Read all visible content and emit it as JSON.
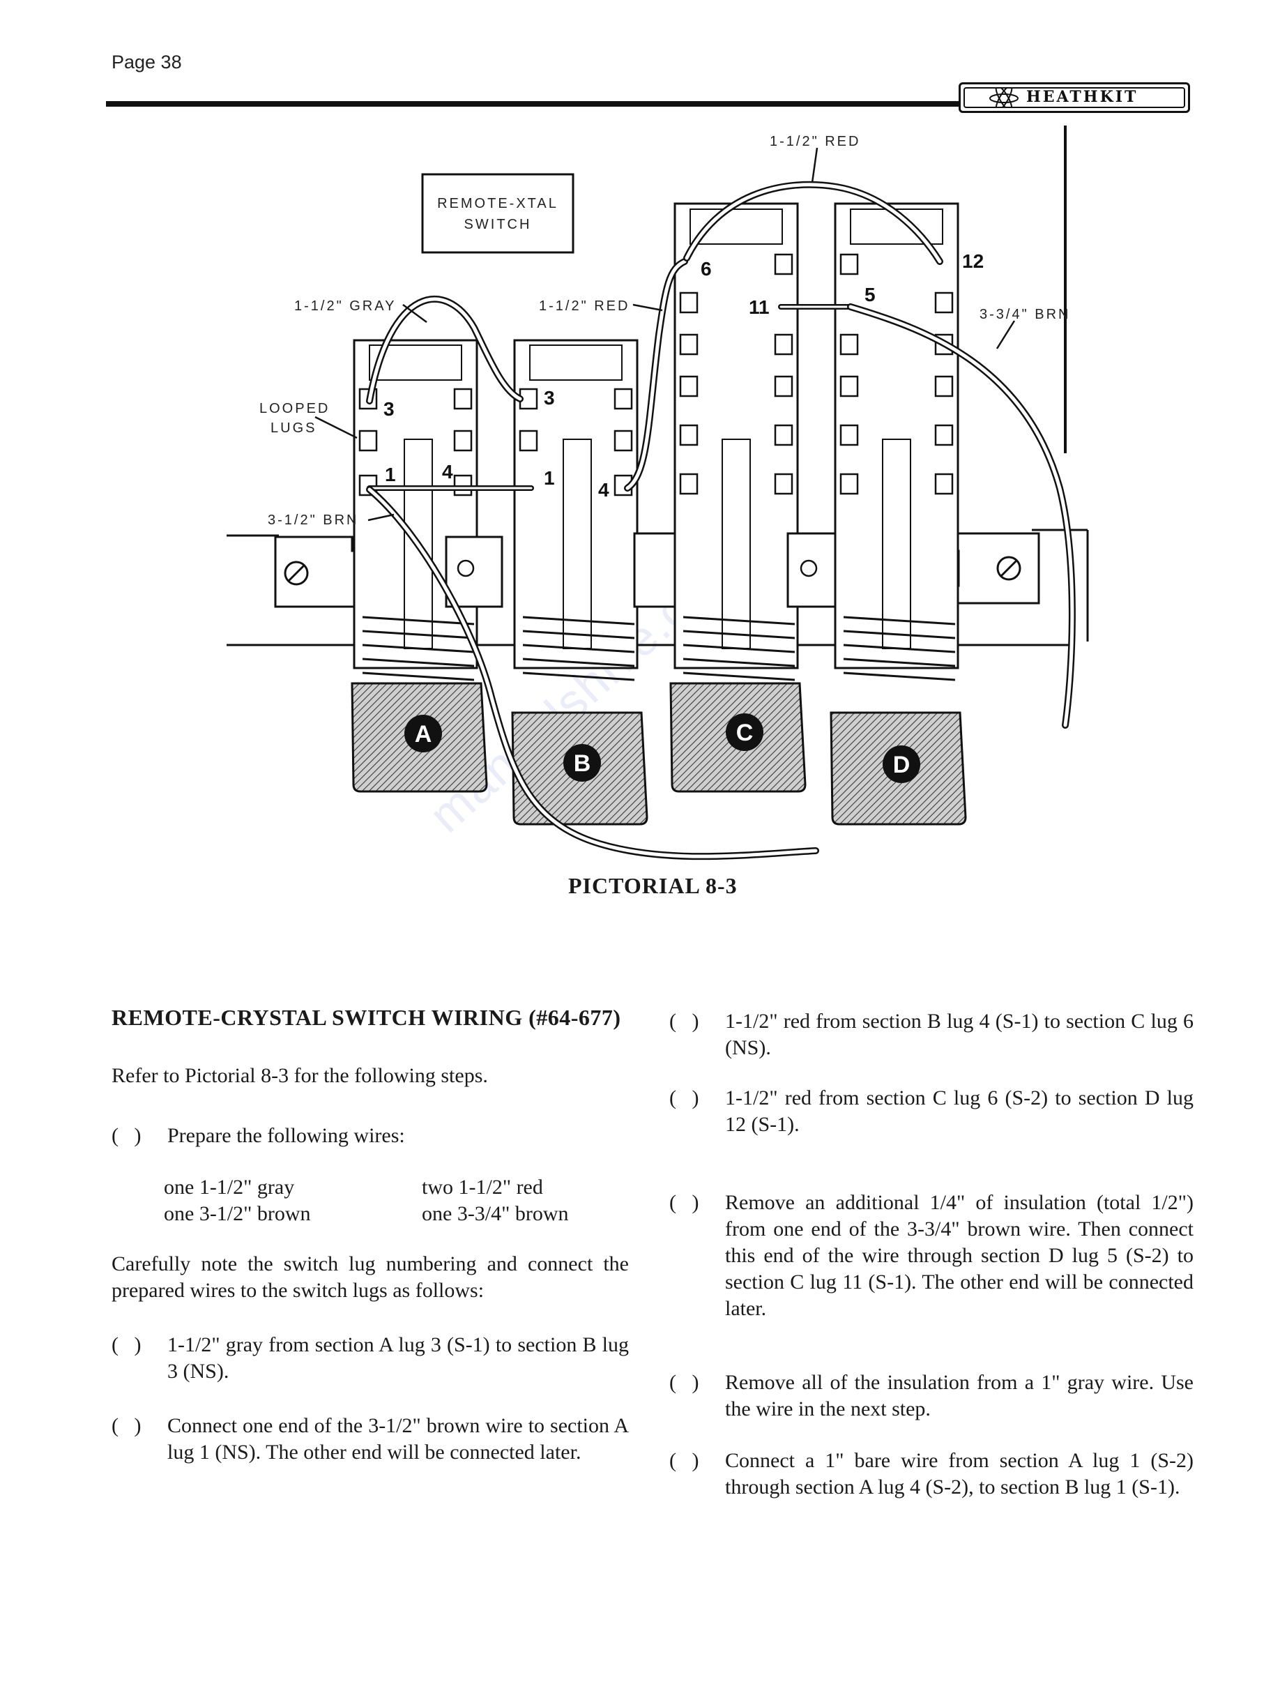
{
  "header": {
    "page_label": "Page 38",
    "brand": "HEATHKIT"
  },
  "figure": {
    "switch_label_1": "REMOTE-XTAL",
    "switch_label_2": "SWITCH",
    "callouts": {
      "red_top": "1-1/2\" RED",
      "gray": "1-1/2\" GRAY",
      "red_mid": "1-1/2\" RED",
      "brn_right": "3-3/4\" BRN",
      "looped_1": "LOOPED",
      "looped_2": "LUGS",
      "brn_left": "3-1/2\" BRN"
    },
    "lugs": {
      "a3": "3",
      "a1": "1",
      "a4": "4",
      "b3": "3",
      "b1": "1",
      "b4": "4",
      "c6": "6",
      "c11": "11",
      "d5": "5",
      "d12": "12"
    },
    "sections": [
      "A",
      "B",
      "C",
      "D"
    ],
    "caption": "PICTORIAL 8-3",
    "watermark": "manualshive.com"
  },
  "left": {
    "heading": "REMOTE-CRYSTAL SWITCH WIRING (#64-677)",
    "intro": "Refer to Pictorial 8-3 for the following steps.",
    "prepare_step": "Prepare the following wires:",
    "wires": {
      "w1": "one 1-1/2\" gray",
      "w2": "one 3-1/2\" brown",
      "w3": "two 1-1/2\" red",
      "w4": "one 3-3/4\" brown"
    },
    "note": "Carefully note the switch lug numbering and connect the prepared wires to the switch lugs as follows:",
    "step1": "1-1/2\" gray from section A lug 3 (S-1) to section B lug 3 (NS).",
    "step2": "Connect one end of the 3-1/2\" brown wire to section A lug 1 (NS). The other end will be connected later."
  },
  "right": {
    "step1": "1-1/2\" red from section B lug 4 (S-1) to section C lug 6 (NS).",
    "step2": "1-1/2\" red from section C lug 6 (S-2) to section D lug 12 (S-1).",
    "step3": "Remove an additional 1/4\" of insulation (total 1/2\") from one end of the 3-3/4\" brown wire. Then connect this end of the wire through section D lug 5 (S-2) to section C lug 11 (S-1). The other end will be connected later.",
    "step4": "Remove all of the insulation from a 1\" gray wire. Use the wire in the next step.",
    "step5": "Connect a 1\" bare wire from section A lug 1 (S-2) through section A lug 4 (S-2), to section B lug 1 (S-1)."
  },
  "checkbox": "(   )"
}
